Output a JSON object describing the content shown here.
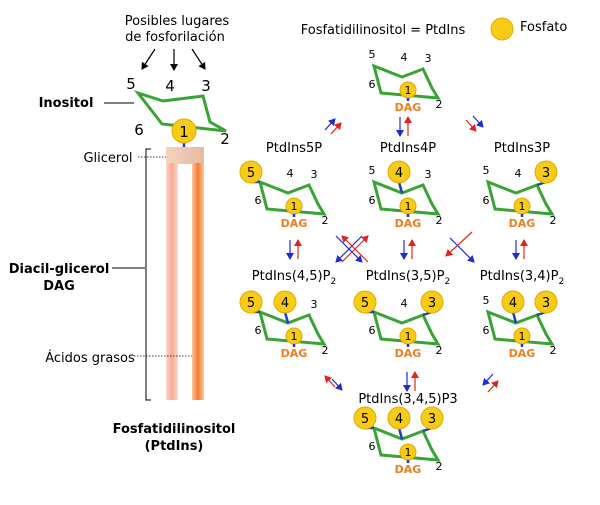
{
  "left": {
    "phospho_sites_label_line1": "Posibles lugares",
    "phospho_sites_label_line2": "de fosforilación",
    "inositol_label": "Inositol",
    "glycerol_label": "Glicerol",
    "dag_label_line1": "Diacil-glicerol",
    "dag_label_line2": "DAG",
    "fatty_acids_label": "Ácidos grasos",
    "ptdins_label_line1": "Fosfatidilinositol",
    "ptdins_label_line2": "(PtdIns)",
    "ring_numbers": {
      "n1": "1",
      "n2": "2",
      "n3": "3",
      "n4": "4",
      "n5": "5",
      "n6": "6"
    }
  },
  "right": {
    "title": "Fosfatidilinositol = PtdIns",
    "legend_label": "Fosfato",
    "dag_text": "DAG",
    "molecules": [
      {
        "label": "",
        "phosphates": []
      },
      {
        "label": "PtdIns5P",
        "phosphates": [
          "5"
        ]
      },
      {
        "label": "PtdIns4P",
        "phosphates": [
          "4"
        ]
      },
      {
        "label": "PtdIns3P",
        "phosphates": [
          "3"
        ]
      },
      {
        "label": "PtdIns(4,5)P",
        "sub": "2",
        "phosphates": [
          "5",
          "4"
        ]
      },
      {
        "label": "PtdIns(3,5)P",
        "sub": "2",
        "phosphates": [
          "5",
          "3"
        ]
      },
      {
        "label": "PtdIns(3,4)P",
        "sub": "2",
        "phosphates": [
          "4",
          "3"
        ]
      },
      {
        "label": "PtdIns(3,4,5)P3",
        "phosphates": [
          "5",
          "4",
          "3"
        ]
      }
    ]
  },
  "colors": {
    "ring_green": "#3aa336",
    "phosphate_yellow": "#f7cb16",
    "dag_orange": "#f07d1e",
    "link_blue": "#1f3fbf",
    "arrow_red": "#e32222",
    "arrow_blue": "#1e2bd6"
  }
}
